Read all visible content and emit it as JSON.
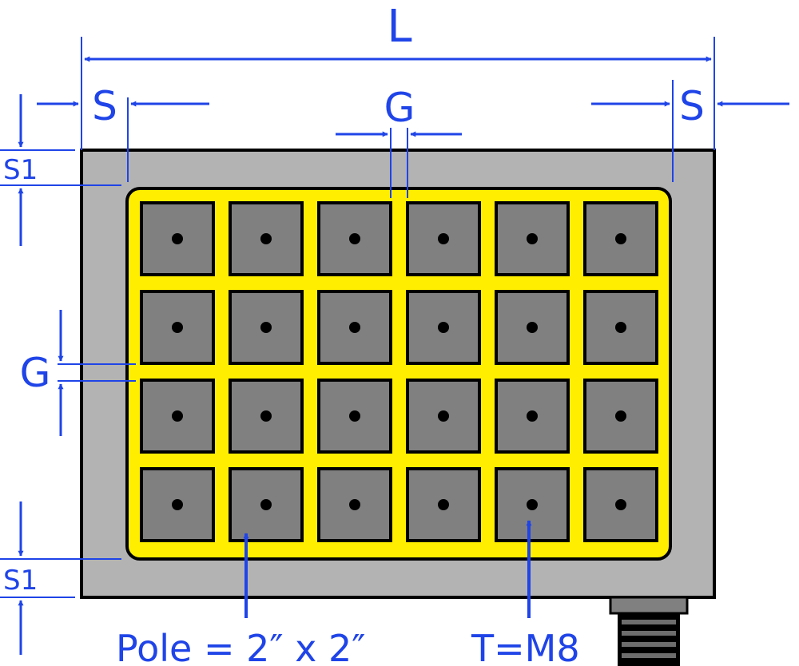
{
  "diagram": {
    "grid": {
      "rows": 4,
      "cols": 6
    },
    "colors": {
      "plate": "#b3b3b3",
      "pole": "#808080",
      "frame": "#ffee00",
      "outline": "#000000",
      "annotation": "#1f44e8"
    },
    "labels": {
      "length": "L",
      "side_left": "S",
      "side_right": "S",
      "gap_top": "G",
      "gap_left": "G",
      "s1_top": "S1",
      "s1_bottom": "S1",
      "pole": "Pole = 2″ x 2″",
      "thread": "T=M8"
    }
  }
}
